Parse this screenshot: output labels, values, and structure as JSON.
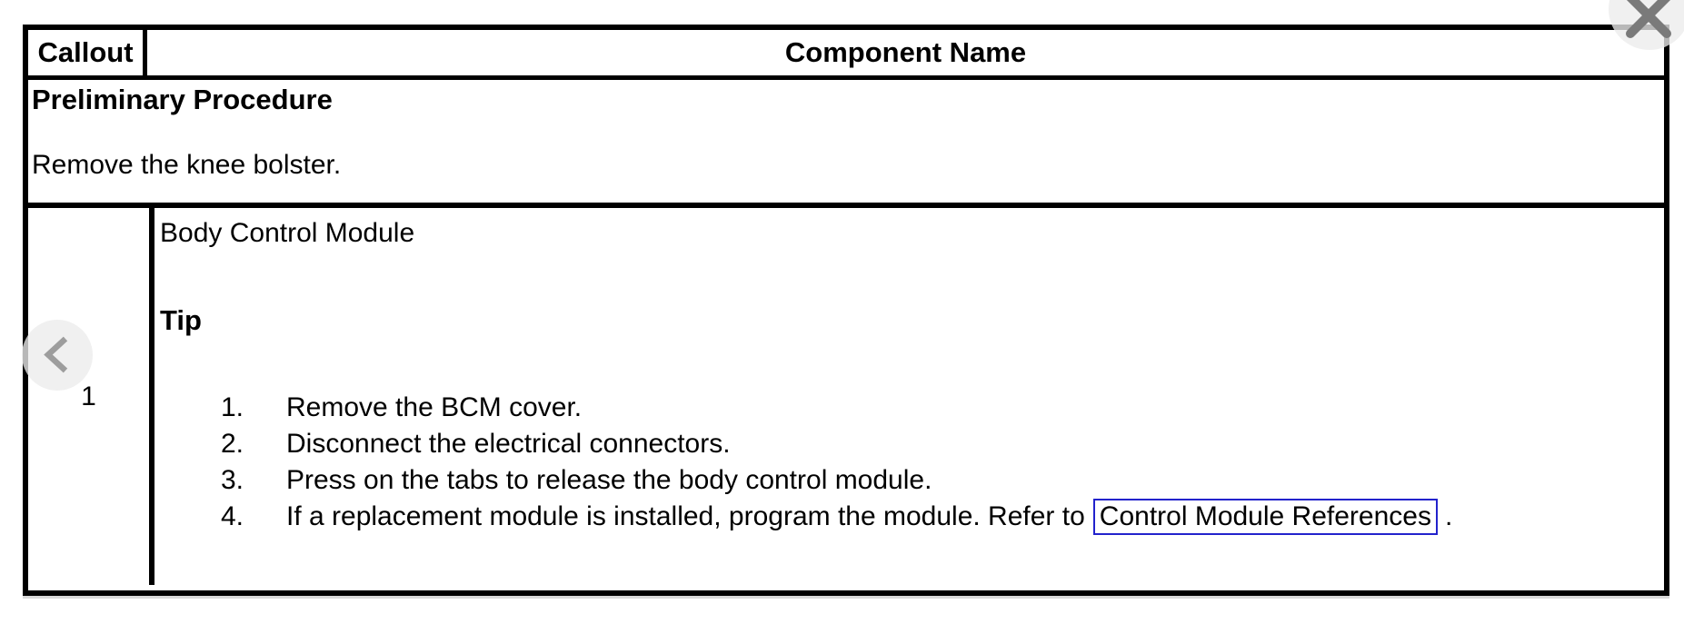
{
  "window": {
    "close_icon": "close-x",
    "back_icon": "chevron-left"
  },
  "colors": {
    "table_border": "#000000",
    "link_box_border": "#2222cc",
    "close_icon_gray": "#7a7a7a",
    "chevron_gray": "#9d9d9d",
    "button_circle": "#ececec"
  },
  "table": {
    "header": {
      "callout_label": "Callout",
      "component_label": "Component Name"
    },
    "preliminary": {
      "title": "Preliminary Procedure",
      "instruction": "Remove the knee bolster."
    },
    "rows": [
      {
        "callout": "1",
        "component_name": "Body Control Module",
        "tip_label": "Tip",
        "steps": [
          {
            "num": "1.",
            "text": "Remove the BCM cover."
          },
          {
            "num": "2.",
            "text": "Disconnect the electrical connectors."
          },
          {
            "num": "3.",
            "text": "Press on the tabs to release the body control module."
          },
          {
            "num": "4.",
            "text": "If a replacement module is installed, program the module. Refer to",
            "link": "Control Module References",
            "suffix": "."
          }
        ]
      }
    ]
  }
}
